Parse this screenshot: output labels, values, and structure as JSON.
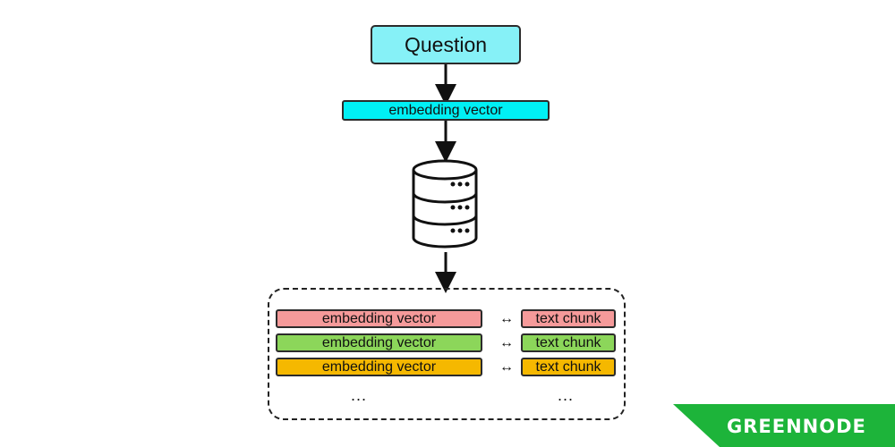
{
  "diagram": {
    "question_label": "Question",
    "query_vector_label": "embedding vector",
    "store_rows": [
      {
        "vector_label": "embedding vector",
        "arrow": "↔",
        "chunk_label": "text chunk",
        "color": "#f59a9a"
      },
      {
        "vector_label": "embedding vector",
        "arrow": "↔",
        "chunk_label": "text chunk",
        "color": "#8cd65a"
      },
      {
        "vector_label": "embedding vector",
        "arrow": "↔",
        "chunk_label": "text chunk",
        "color": "#f5b800"
      }
    ],
    "ellipsis": "...",
    "colors": {
      "question_fill": "#86f1f7",
      "query_vector_fill": "#00f0f5"
    },
    "database_icon": "database-icon"
  },
  "brand": {
    "logo_text": "GREENNODE",
    "color": "#1db43a"
  }
}
